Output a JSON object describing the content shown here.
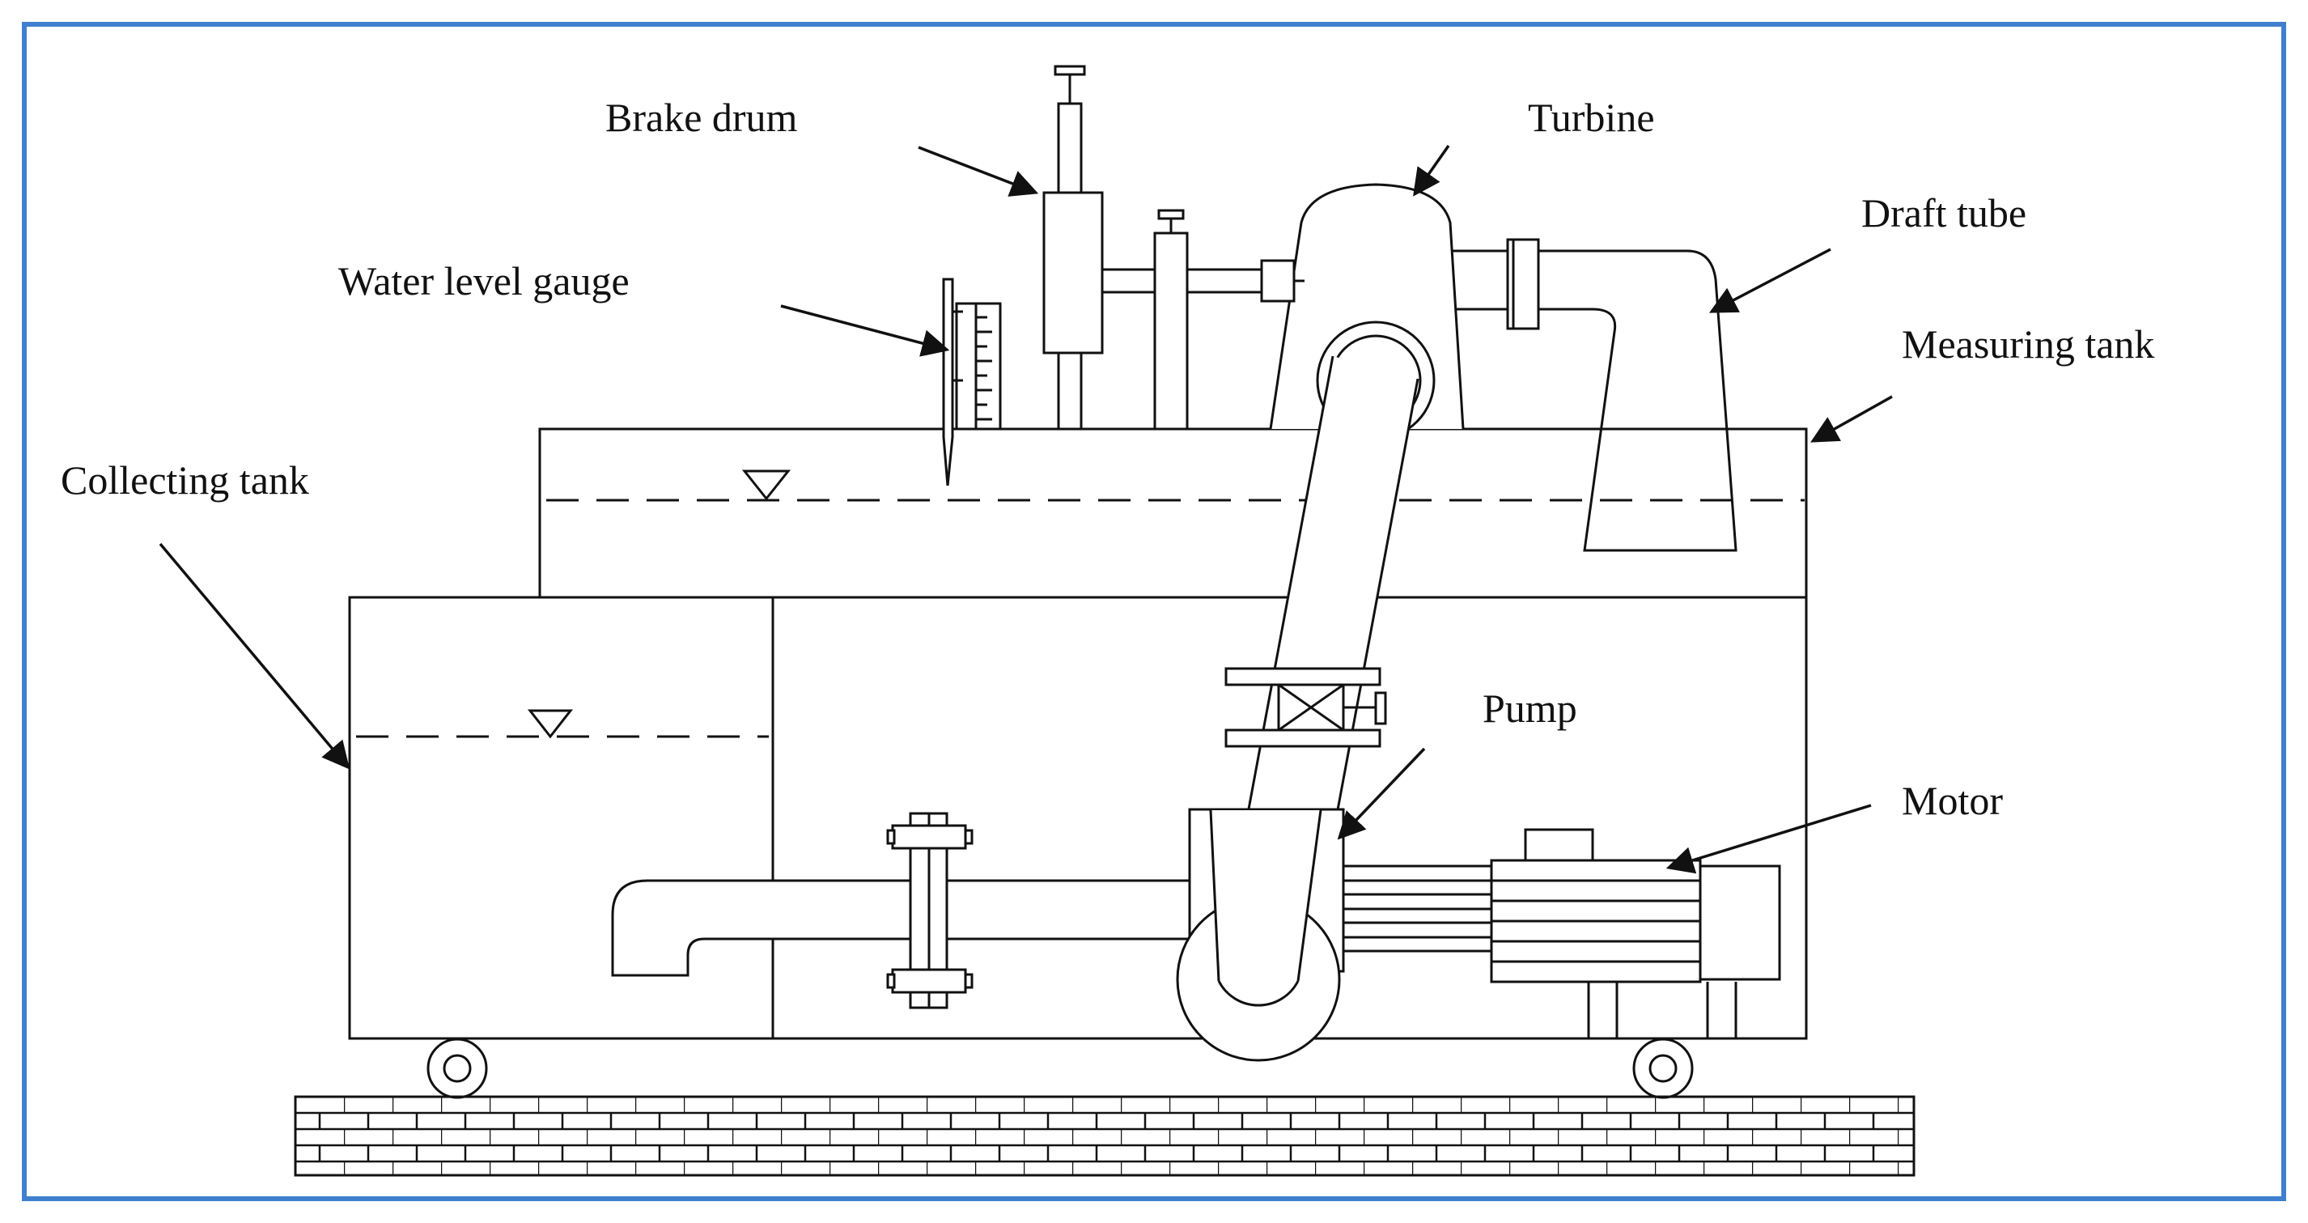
{
  "colors": {
    "frame": "#3f7fce",
    "line": "#111111",
    "background": "#ffffff"
  },
  "labels": {
    "brake_drum": "Brake drum",
    "turbine": "Turbine",
    "draft_tube": "Draft tube",
    "water_level_gauge": "Water level gauge",
    "measuring_tank": "Measuring tank",
    "collecting_tank": "Collecting tank",
    "pump": "Pump",
    "motor": "Motor"
  }
}
